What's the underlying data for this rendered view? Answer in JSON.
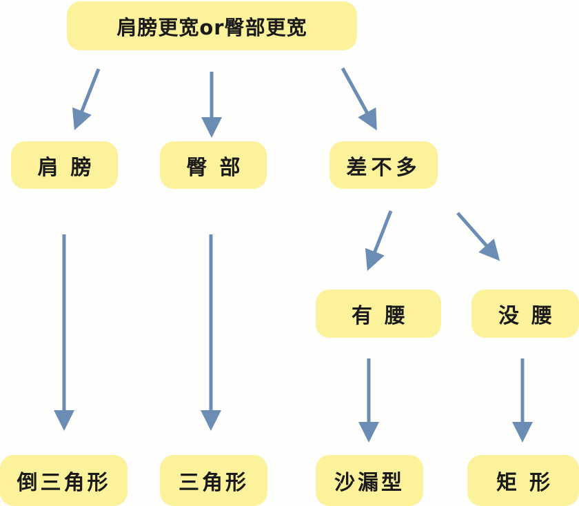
{
  "nodes": {
    "root": "肩膀更宽or臀部更宽",
    "shoulder": "肩膀",
    "hip": "臀部",
    "similar": "差不多",
    "has_waist": "有腰",
    "no_waist": "没腰",
    "inverted_triangle": "倒三角形",
    "triangle": "三角形",
    "hourglass": "沙漏型",
    "rectangle": "矩形"
  },
  "colors": {
    "node_fill": "#fcf29c",
    "arrow": "#6b8db4",
    "text": "#1a1a1a"
  }
}
